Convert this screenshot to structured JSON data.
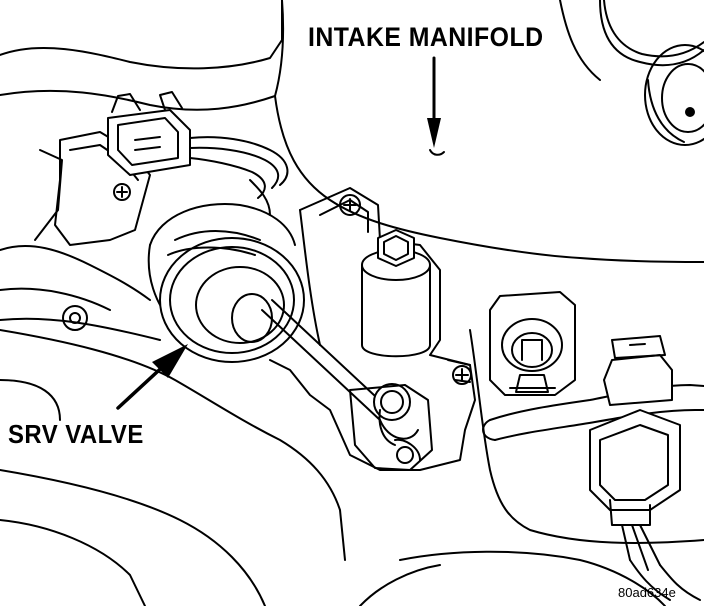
{
  "callouts": {
    "intake_manifold": "INTAKE MANIFOLD",
    "srv_valve": "SRV VALVE"
  },
  "figure_code": "80ad634e",
  "colors": {
    "line": "#000000",
    "paper": "#ffffff"
  }
}
